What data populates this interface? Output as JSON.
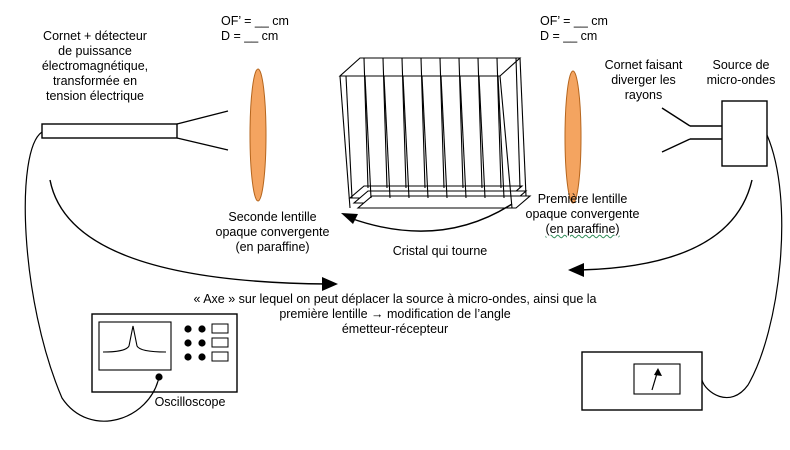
{
  "labels": {
    "receiver_horn": [
      "Cornet + détecteur",
      "de puissance",
      "électromagnétique,",
      "transformée en",
      "tension électrique"
    ],
    "params_left": [
      "OF’ = __ cm",
      "D = __ cm"
    ],
    "params_right": [
      "OF’ = __ cm",
      "D = __ cm"
    ],
    "diverging_horn": [
      "Cornet faisant",
      "diverger les",
      "rayons"
    ],
    "source": [
      "Source de",
      "micro-ondes"
    ],
    "second_lens": [
      "Seconde lentille",
      "opaque convergente",
      "(en paraffine)"
    ],
    "first_lens": [
      "Première lentille",
      "opaque convergente",
      "(en paraffine)"
    ],
    "crystal": "Cristal qui tourne",
    "axis": [
      "« Axe » sur lequel on peut déplacer la source à micro-ondes, ainsi que la",
      "première lentille → modification de l’angle",
      "émetteur-récepteur"
    ],
    "oscilloscope": "Oscilloscope"
  },
  "colors": {
    "lens_fill": "#f4a460",
    "lens_stroke": "#b5651d",
    "ink": "#000000"
  }
}
